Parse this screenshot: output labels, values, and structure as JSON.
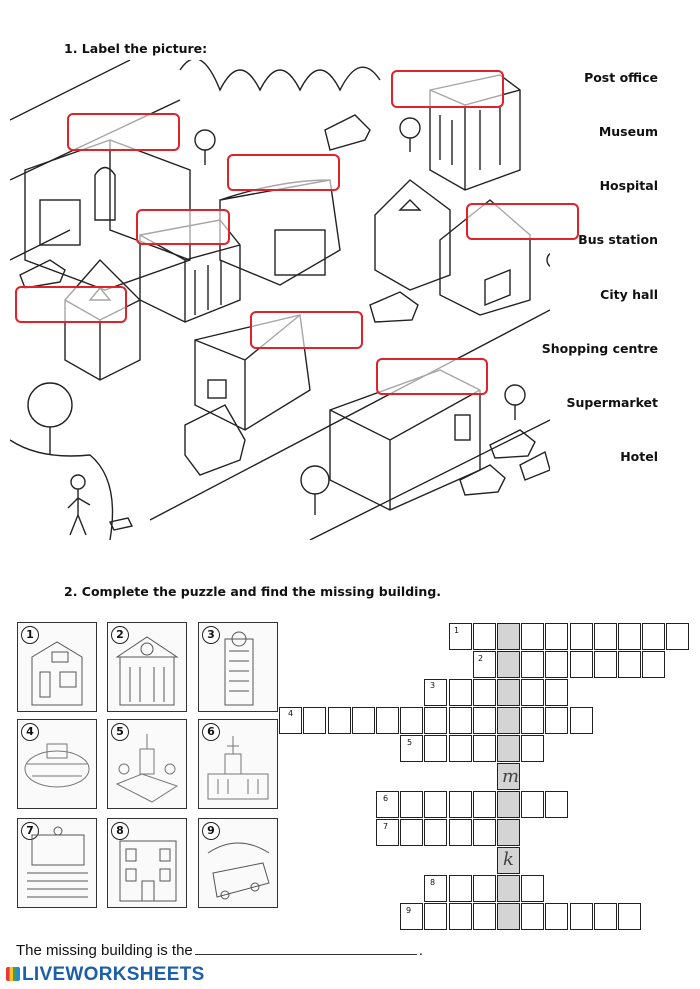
{
  "section1": {
    "title": "1.  Label the picture:",
    "words": [
      "Post office",
      "Museum",
      "Hospital",
      "Bus station",
      "City hall",
      "Shopping centre",
      "Supermarket",
      "Hotel"
    ]
  },
  "section2": {
    "title": "2.  Complete the puzzle and find the missing building.",
    "thumbs": [
      "1",
      "2",
      "3",
      "4",
      "5",
      "6",
      "7",
      "8",
      "9"
    ],
    "clue_numbers": [
      "1",
      "2",
      "3",
      "4",
      "5",
      "6",
      "7",
      "8",
      "9"
    ],
    "hints": [
      "m",
      "k"
    ],
    "missing_prefix": "The missing building is the",
    "missing_suffix": "."
  },
  "brand": {
    "name": "LIVEWORKSHEETS"
  }
}
